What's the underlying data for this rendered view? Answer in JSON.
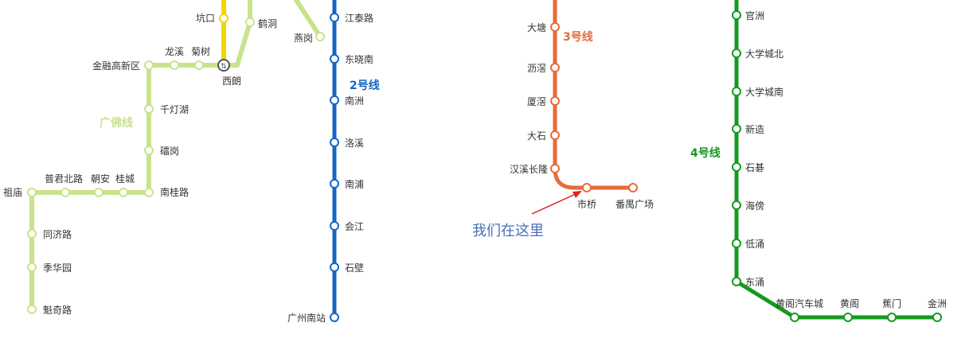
{
  "colors": {
    "yellow": "#F2D600",
    "guangfo": "#C8E38C",
    "line2": "#1566C0",
    "line3": "#E86A3A",
    "line4": "#16991F",
    "station_fill": "#ffffff",
    "label": "#333333",
    "annotation": "#4A6FB5",
    "arrow": "#E02020"
  },
  "lines": {
    "guangfo": {
      "name": "广佛线",
      "stations": {
        "longxi": "龙溪",
        "jushu": "菊树",
        "jinrong": "金融高新区",
        "xilang": "西朗",
        "qiandenghu": "千灯湖",
        "leigang": "礌岗",
        "nanguilu": "南桂路",
        "guicheng": "桂城",
        "chaoan": "朝安",
        "pujunbeilu": "普君北路",
        "zumiao": "祖庙",
        "tongjilu": "同济路",
        "jihuayuan": "季华园",
        "kuiqilu": "魁奇路",
        "hedong": "鹤洞"
      }
    },
    "line1": {
      "stations": {
        "kengkou": "坑口"
      }
    },
    "line8": {
      "stations": {
        "yangang": "燕岗"
      }
    },
    "line2": {
      "name": "2号线",
      "stations": {
        "jiangtailu": "江泰路",
        "dongxiaonan": "东晓南",
        "nanzhou": "南洲",
        "luoxi": "洛溪",
        "nanpu": "南浦",
        "huijiang": "会江",
        "shibi": "石壁",
        "guangzhounan": "广州南站"
      }
    },
    "line3": {
      "name": "3号线",
      "stations": {
        "datang": "大塘",
        "lijiao": "沥滘",
        "xiajiao": "厦滘",
        "dashi": "大石",
        "hanxichanglong": "汉溪长隆",
        "shiqiao": "市桥",
        "panyuguangchang": "番禺广场"
      }
    },
    "line4": {
      "name": "4号线",
      "stations": {
        "guanzhou": "官洲",
        "daxuechengbei": "大学城北",
        "daxuechengnan": "大学城南",
        "xinzao": "新造",
        "shiqi": "石碁",
        "haibang": "海傍",
        "dichong": "低涌",
        "dongchong": "东涌",
        "huangge_qiche": "黄阁汽车城",
        "huangge": "黄阁",
        "jiaomen": "蕉门",
        "jinzhou": "金洲"
      }
    }
  },
  "annotation": {
    "text": "我们在这里"
  }
}
